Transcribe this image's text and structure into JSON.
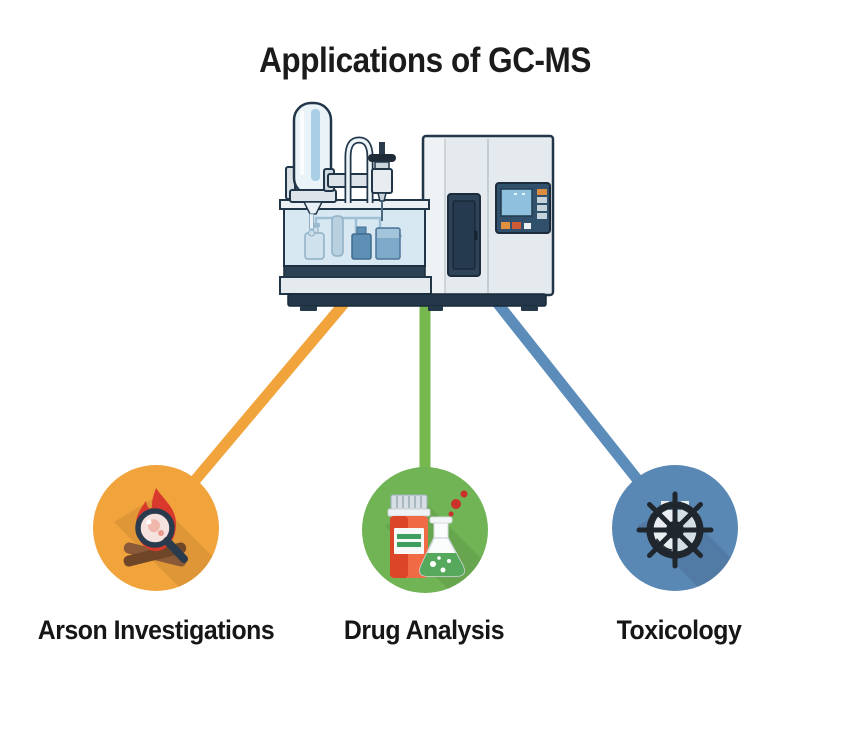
{
  "title": "Applications of GC-MS",
  "instrument": {
    "icon": "gcms-instrument-illustration",
    "body_color": "#E4EAED",
    "outline_color": "#22364A",
    "screen_color": "#8FC0DE",
    "chamber_color": "#D7E8F3"
  },
  "applications": [
    {
      "label": "Arson Investigations",
      "icon": "campfire-magnifier-icon",
      "circle_color": "#F1A33C",
      "line_color": "#F1A33C"
    },
    {
      "label": "Drug Analysis",
      "icon": "pill-bottle-flask-icon",
      "circle_color": "#70B455",
      "line_color": "#77B84E"
    },
    {
      "label": "Toxicology",
      "icon": "skull-wheel-icon",
      "circle_color": "#5A88B5",
      "line_color": "#5C8DBA"
    }
  ],
  "colors": {
    "background": "#FFFFFF",
    "title_text": "#1B1B1B",
    "label_text": "#161616"
  }
}
